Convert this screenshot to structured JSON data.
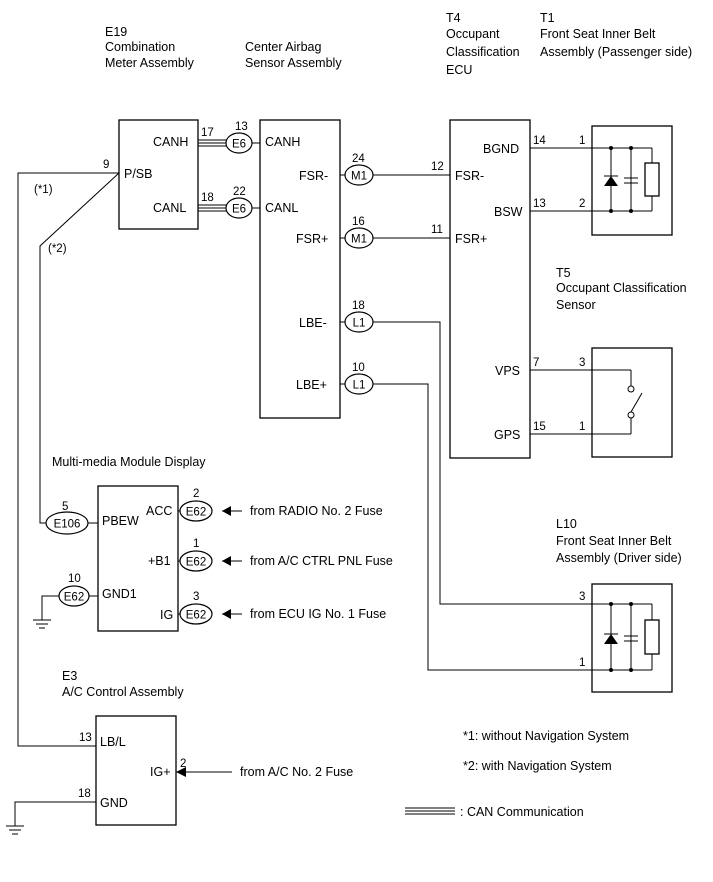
{
  "components": {
    "e19": {
      "id": "E19",
      "name_line1": "Combination",
      "name_line2": "Meter Assembly",
      "pins": {
        "canh": "CANH",
        "canl": "CANL",
        "psb": "P/SB"
      }
    },
    "airbag": {
      "name_line1": "Center Airbag",
      "name_line2": "Sensor Assembly",
      "pins": {
        "canh": "CANH",
        "canl": "CANL",
        "fsr_minus": "FSR-",
        "fsr_plus": "FSR+",
        "lbe_minus": "LBE-",
        "lbe_plus": "LBE+"
      }
    },
    "t4": {
      "id": "T4",
      "name_line1": "Occupant",
      "name_line2": "Classification",
      "name_line3": "ECU",
      "pins": {
        "bgnd": "BGND",
        "bsw": "BSW",
        "fsr_minus": "FSR-",
        "fsr_plus": "FSR+",
        "vps": "VPS",
        "gps": "GPS"
      }
    },
    "t1": {
      "id": "T1",
      "name_line1": "Front Seat Inner Belt",
      "name_line2": "Assembly (Passenger side)"
    },
    "t5": {
      "id": "T5",
      "name_line1": "Occupant Classification",
      "name_line2": "Sensor"
    },
    "l10": {
      "id": "L10",
      "name_line1": "Front Seat Inner Belt",
      "name_line2": "Assembly (Driver side)"
    },
    "mmd": {
      "name": "Multi-media Module Display",
      "pins": {
        "pbew": "PBEW",
        "acc": "ACC",
        "b1": "+B1",
        "ig": "IG",
        "gnd1": "GND1"
      }
    },
    "e3": {
      "id": "E3",
      "name": "A/C Control Assembly",
      "pins": {
        "lbl": "LB/L",
        "igp": "IG+",
        "gnd": "GND"
      }
    }
  },
  "connectors": {
    "e6": "E6",
    "m1": "M1",
    "l1": "L1",
    "e62": "E62",
    "e106": "E106"
  },
  "pin_numbers": {
    "e19_canh": "17",
    "e19_canl": "18",
    "e19_psb": "9",
    "ab_canh": "13",
    "ab_canl": "22",
    "ab_fsrm": "24",
    "ab_fsrp": "16",
    "ab_lbem": "18",
    "ab_lbep": "10",
    "t4_fsrm": "12",
    "t4_fsrp": "11",
    "t4_bgnd": "14",
    "t4_bsw": "13",
    "t4_vps": "7",
    "t4_gps": "15",
    "t1_1": "1",
    "t1_2": "2",
    "t5_3": "3",
    "t5_1": "1",
    "l10_3": "3",
    "l10_1": "1",
    "mmd_pbew": "5",
    "mmd_gnd1": "10",
    "mmd_acc": "2",
    "mmd_b1": "1",
    "mmd_ig": "3",
    "e3_lbl": "13",
    "e3_igp": "2",
    "e3_gnd": "18"
  },
  "wire_notes": {
    "n1": "(*1)",
    "n2": "(*2)"
  },
  "sources": {
    "radio": "from RADIO No. 2 Fuse",
    "acctrl": "from A/C CTRL PNL Fuse",
    "ecuig": "from ECU IG No. 1 Fuse",
    "acno2": "from A/C No. 2 Fuse"
  },
  "legend": {
    "note1": "*1: without Navigation System",
    "note2": "*2: with Navigation System",
    "can": ": CAN Communication"
  }
}
